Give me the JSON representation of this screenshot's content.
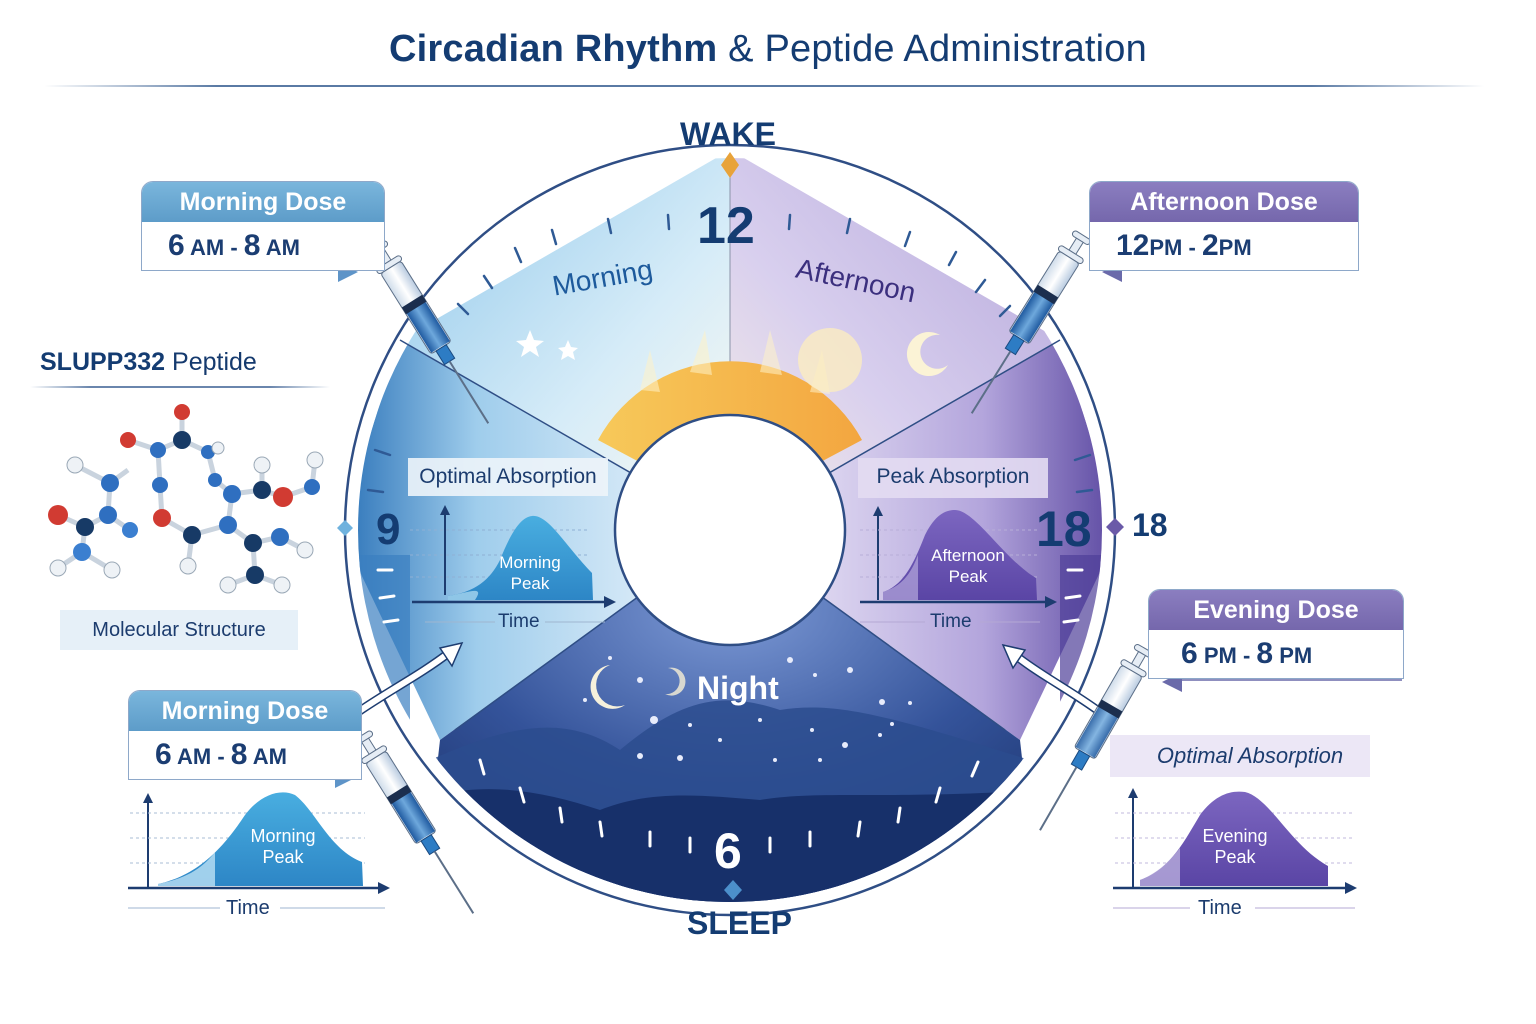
{
  "title": {
    "bold_part": "Circadian Rhythm",
    "regular_part": "& Peptide Administration"
  },
  "clock": {
    "top_label": "WAKE",
    "bottom_label": "SLEEP",
    "hour_top": "12",
    "hour_left": "9",
    "hour_right": "18",
    "hour_right_outer": "18",
    "hour_bottom": "6",
    "segments": [
      {
        "name": "Morning",
        "color": "#bfe0f2"
      },
      {
        "name": "Afternoon",
        "color": "#c9bfe3"
      },
      {
        "name": "Night",
        "color": "#2c4a8a"
      }
    ],
    "sun_color": "#f5b942",
    "wake_marker_color": "#e8a33a"
  },
  "doses": [
    {
      "id": "morning-top",
      "title": "Morning Dose",
      "start_num": "6",
      "start_unit": "AM",
      "sep": "-",
      "end_num": "8",
      "end_unit": "AM",
      "color": "#6aa9d4"
    },
    {
      "id": "afternoon",
      "title": "Afternoon Dose",
      "start_num": "12",
      "start_unit": "PM",
      "sep": "-",
      "end_num": "2",
      "end_unit": "PM",
      "color": "#8073b6"
    },
    {
      "id": "evening",
      "title": "Evening Dose",
      "start_num": "6",
      "start_unit": "PM",
      "sep": "-",
      "end_num": "8",
      "end_unit": "PM",
      "color": "#8073b6"
    },
    {
      "id": "morning-bottom",
      "title": "Morning Dose",
      "start_num": "6",
      "start_unit": "AM",
      "sep": "-",
      "end_num": "8",
      "end_unit": "AM",
      "color": "#6aa9d4"
    }
  ],
  "peptide": {
    "name_bold": "SLUPP332",
    "name_regular": "Peptide",
    "structure_label": "Molecular Structure"
  },
  "absorption_charts": [
    {
      "id": "morning-inner",
      "title": "Optimal Absorption",
      "peak_line1": "Morning",
      "peak_line2": "Peak",
      "xlabel": "Time",
      "color": "#3a9fd2"
    },
    {
      "id": "afternoon-inner",
      "title": "Peak Absorption",
      "peak_line1": "Afternoon",
      "peak_line2": "Peak",
      "xlabel": "Time",
      "color": "#6a55b0"
    },
    {
      "id": "evening-outer",
      "title": "Optimal Absorption",
      "peak_line1": "Evening",
      "peak_line2": "Peak",
      "xlabel": "Time",
      "color": "#7461b8"
    },
    {
      "id": "morning-outer",
      "title": "",
      "peak_line1": "Morning",
      "peak_line2": "Peak",
      "xlabel": "Time",
      "color": "#3d8fd0"
    }
  ],
  "night_label": "Night"
}
